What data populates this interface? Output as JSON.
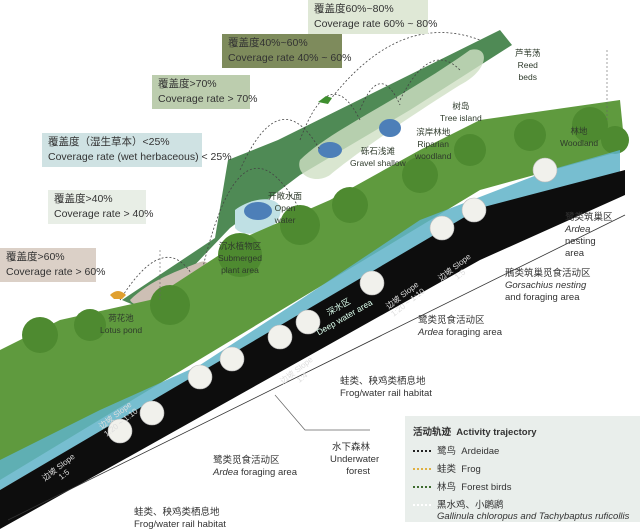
{
  "callouts": [
    {
      "zh": "覆盖度60%~80%",
      "en": "Coverage rate 60% ~ 80%",
      "color": "#dfe8d6"
    },
    {
      "zh": "覆盖度40%~60%",
      "en": "Coverage rate 40% ~ 60%",
      "color": "#7e8b5c"
    },
    {
      "zh": "覆盖度>70%",
      "en": "Coverage rate > 70%",
      "color": "#bccdae"
    },
    {
      "zh": "覆盖度（湿生草本）<25%",
      "en": "Coverage rate (wet herbaceous) < 25%",
      "color": "#cfe2e3"
    },
    {
      "zh": "覆盖度>40%",
      "en": "Coverage rate > 40%",
      "color": "#e8eee6"
    },
    {
      "zh": "覆盖度>60%",
      "en": "Coverage rate > 60%",
      "color": "#dbd0c7"
    }
  ],
  "plan_labels": {
    "reed": {
      "zh": "芦苇荡",
      "en1": "Reed",
      "en2": "beds"
    },
    "tree_island": {
      "zh": "树岛",
      "en": "Tree island"
    },
    "riparian": {
      "zh": "滨岸林地",
      "en1": "Riparian",
      "en2": "woodland"
    },
    "gravel": {
      "zh": "砾石浅滩",
      "en": "Gravel shallow"
    },
    "open_water": {
      "zh": "开敞水面",
      "en1": "Open",
      "en2": "water"
    },
    "submerged": {
      "zh": "沉水植物区",
      "en1": "Submerged",
      "en2": "plant area"
    },
    "lotus": {
      "zh": "荷花池",
      "en": "Lotus pond"
    },
    "woodland": {
      "zh": "林地",
      "en": "Woodland"
    },
    "deep_water": {
      "zh": "深水区",
      "en": "Deep water area"
    }
  },
  "section_labels": {
    "ardea_nesting": {
      "zh": "鹭类筑巢区",
      "en1": "Ardea",
      "en2": "nesting",
      "en3": "area"
    },
    "gorsachius": {
      "zh": "鳽类筑巢觅食活动区",
      "en1": "Gorsachius nesting",
      "en2": "and foraging area"
    },
    "ardea_foraging_1": {
      "zh": "鹭类觅食活动区",
      "en_it": "Ardea",
      "en": " foraging area"
    },
    "frog_habitat_1": {
      "zh": "蛙类、秧鸡类栖息地",
      "en": "Frog/water rail habitat"
    },
    "underwater": {
      "zh": "水下森林",
      "en1": "Underwater",
      "en2": "forest"
    },
    "ardea_foraging_2": {
      "zh": "鹭类觅食活动区",
      "en_it": "Ardea",
      "en": " foraging area"
    },
    "frog_habitat_2": {
      "zh": "蛙类、秧鸡类栖息地",
      "en": "Frog/water rail habitat"
    }
  },
  "slopes": [
    {
      "zh": "边坡",
      "en": "Slope",
      "ratio": "1:5"
    },
    {
      "zh": "边坡",
      "en": "Slope",
      "ratio": "1:20 ~ 1:10"
    },
    {
      "zh": "边坡",
      "en": "Slope",
      "ratio": "1:4"
    },
    {
      "zh": "边坡",
      "en": "Slope",
      "ratio": "1:20 ~ 1:10"
    },
    {
      "zh": "边坡",
      "en": "Slope",
      "ratio": "1:5"
    }
  ],
  "legend": {
    "title_zh": "活动轨迹",
    "title_en": "Activity trajectory",
    "items": [
      {
        "zh": "鹭鸟",
        "en": "Ardeidae",
        "color": "#222222"
      },
      {
        "zh": "蛙类",
        "en": "Frog",
        "color": "#e0b040"
      },
      {
        "zh": "林鸟",
        "en": "Forest birds",
        "color": "#3d6b2e"
      },
      {
        "zh": "黑水鸡、小䴙䴘",
        "en": "Gallinula chloropus and Tachybaptus ruficollis",
        "color": "#ffffff"
      }
    ]
  }
}
